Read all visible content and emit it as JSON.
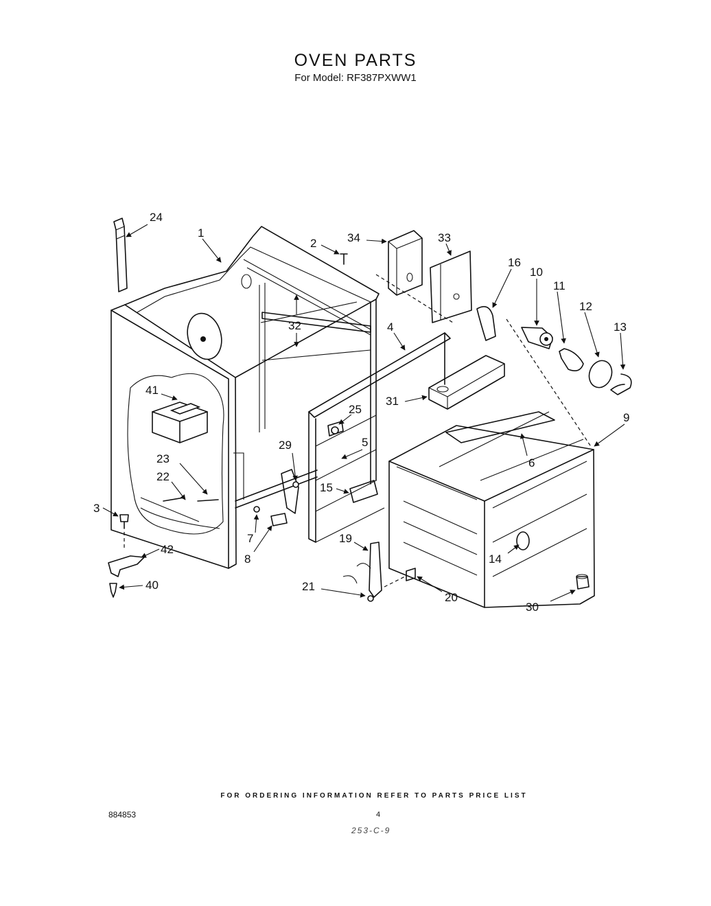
{
  "header": {
    "title": "OVEN PARTS",
    "subtitle": "For Model: RF387PXWW1"
  },
  "callouts": [
    {
      "label": "24"
    },
    {
      "label": "1"
    },
    {
      "label": "2"
    },
    {
      "label": "34"
    },
    {
      "label": "33"
    },
    {
      "label": "16"
    },
    {
      "label": "10"
    },
    {
      "label": "11"
    },
    {
      "label": "12"
    },
    {
      "label": "13"
    },
    {
      "label": "32"
    },
    {
      "label": "4"
    },
    {
      "label": "31"
    },
    {
      "label": "9"
    },
    {
      "label": "41"
    },
    {
      "label": "25"
    },
    {
      "label": "5"
    },
    {
      "label": "6"
    },
    {
      "label": "29"
    },
    {
      "label": "23"
    },
    {
      "label": "22"
    },
    {
      "label": "15"
    },
    {
      "label": "3"
    },
    {
      "label": "7"
    },
    {
      "label": "8"
    },
    {
      "label": "42"
    },
    {
      "label": "19"
    },
    {
      "label": "14"
    },
    {
      "label": "40"
    },
    {
      "label": "21"
    },
    {
      "label": "20"
    },
    {
      "label": "30"
    }
  ],
  "footer": {
    "note": "FOR ORDERING INFORMATION REFER TO PARTS PRICE LIST",
    "doc_number": "884853",
    "page_number": "4",
    "handwritten": "253-C-9"
  }
}
